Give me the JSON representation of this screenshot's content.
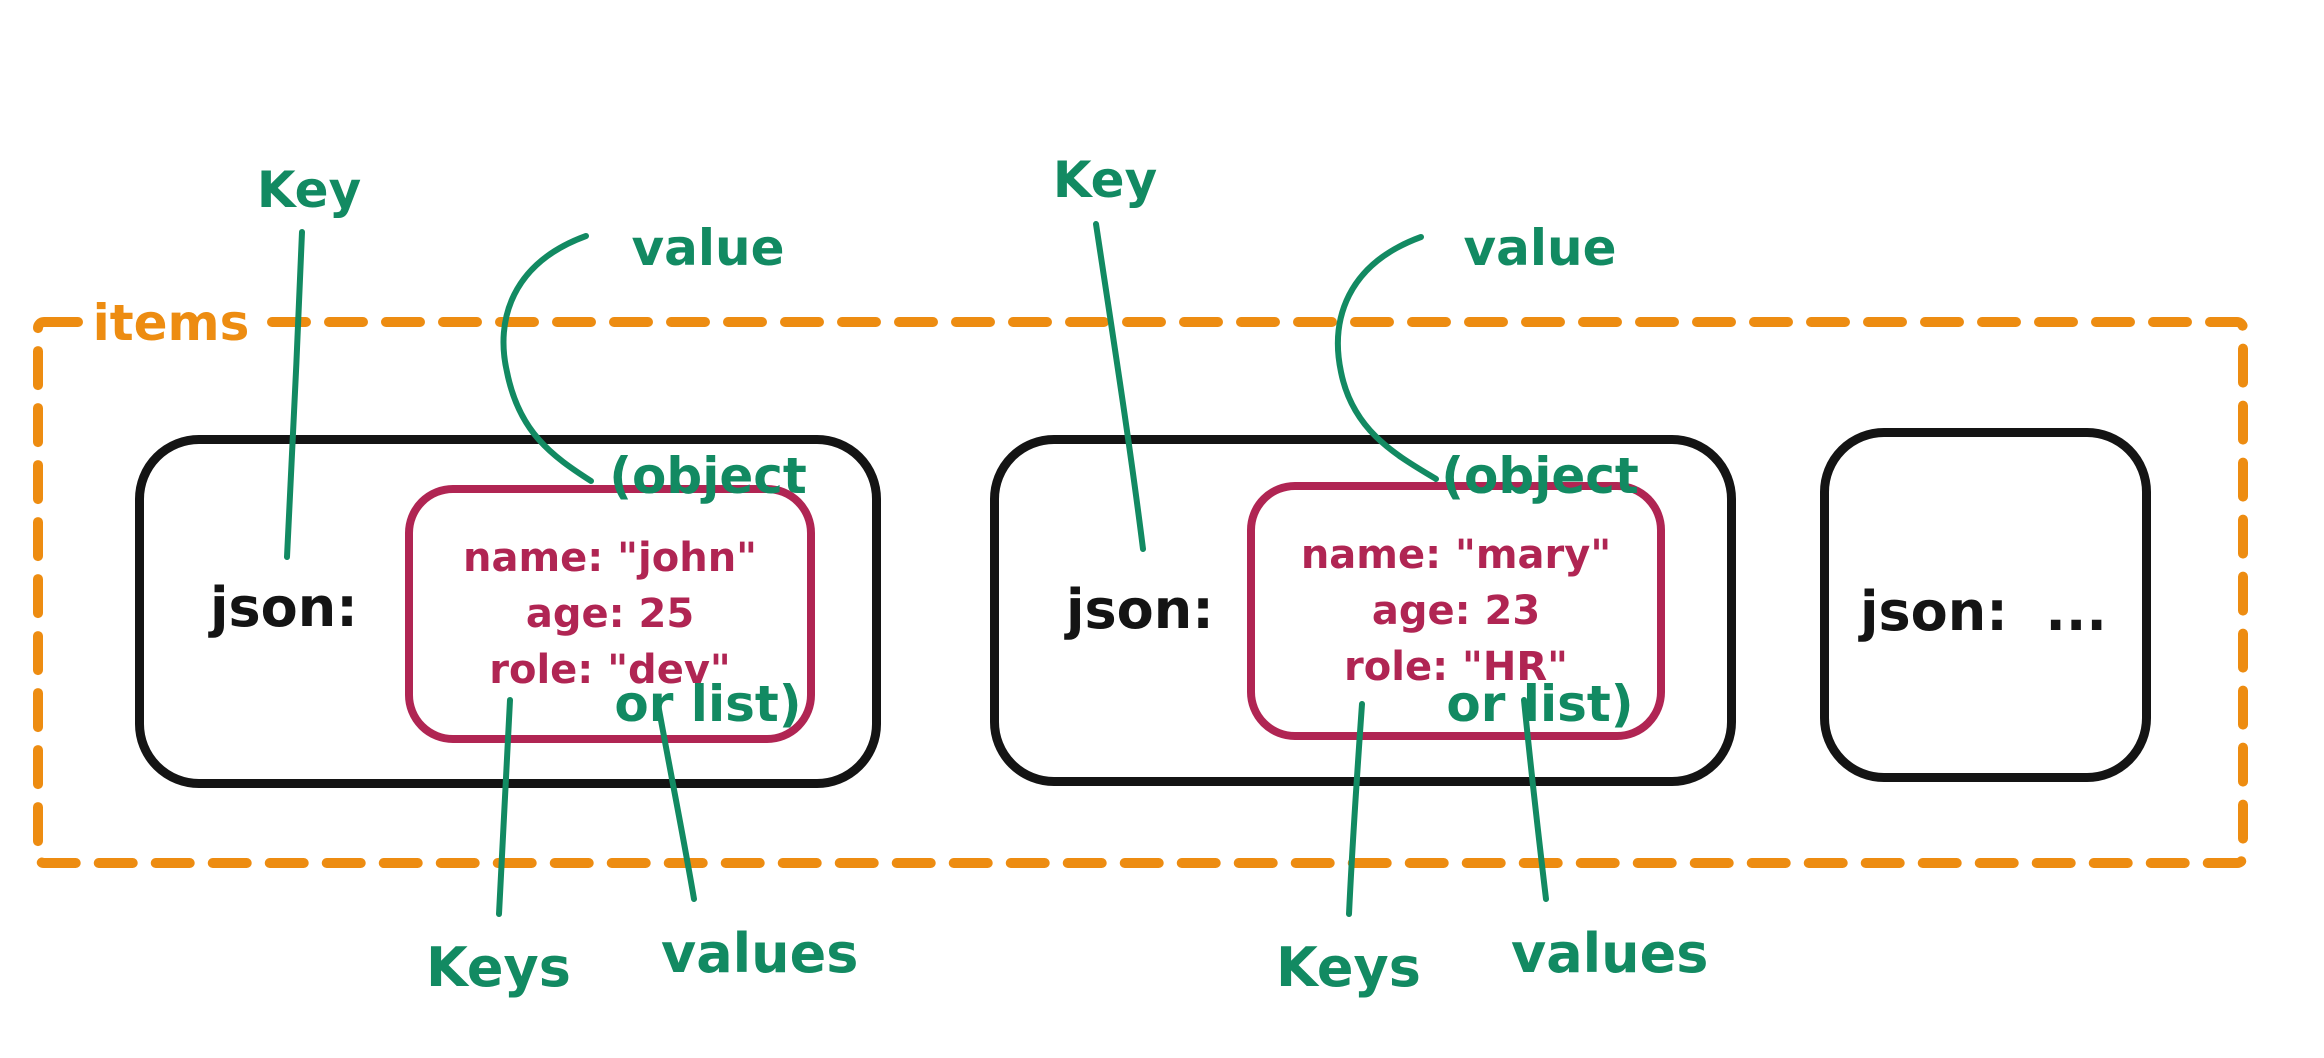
{
  "colors": {
    "green": "#128a62",
    "orange": "#ed8c11",
    "crimson": "#b02553",
    "ink": "#141414"
  },
  "outer_group": {
    "label": "items"
  },
  "annotations": {
    "key_left": "Key",
    "key_right": "Key",
    "value_left_line1": "value",
    "value_left_line2": "(object",
    "value_left_line3": "or list)",
    "value_right_line1": "value",
    "value_right_line2": "(object",
    "value_right_line3": "or list)",
    "keys_left": "Keys",
    "values_left": "values",
    "keys_right": "Keys",
    "values_right": "values"
  },
  "items": [
    {
      "key": "json:",
      "object": {
        "line1": "name: \"john\"",
        "line2": "age: 25",
        "line3": "role: \"dev\""
      }
    },
    {
      "key": "json:",
      "object": {
        "line1": "name: \"mary\"",
        "line2": "age: 23",
        "line3": "role: \"HR\""
      }
    },
    {
      "key": "json:  ...",
      "object": null
    }
  ]
}
